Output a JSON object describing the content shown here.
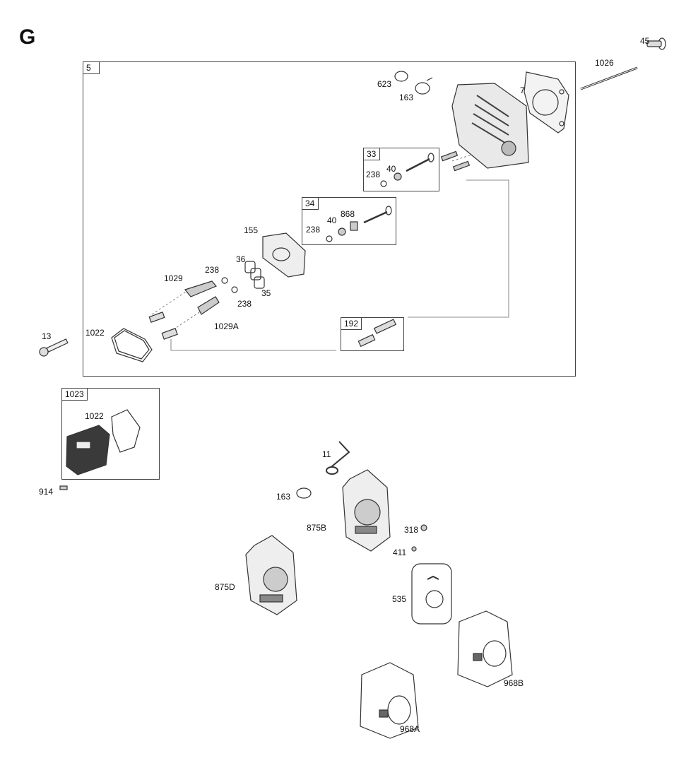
{
  "section_letter": "G",
  "groups": {
    "g5": "5",
    "g33": "33",
    "g34": "34",
    "g192": "192",
    "g1023": "1023"
  },
  "callouts": {
    "p45": "45",
    "p1026": "1026",
    "p623": "623",
    "p163a": "163",
    "p7": "7",
    "p238a": "238",
    "p40a": "40",
    "p868": "868",
    "p40b": "40",
    "p238b": "238",
    "p155": "155",
    "p36": "36",
    "p238c": "238",
    "p35": "35",
    "p238d": "238",
    "p1029": "1029",
    "p1029A": "1029A",
    "p13": "13",
    "p1022a": "1022",
    "p1022b": "1022",
    "p914": "914",
    "p11": "11",
    "p163b": "163",
    "p875B": "875B",
    "p318": "318",
    "p411": "411",
    "p875D": "875D",
    "p535": "535",
    "p968B": "968B",
    "p968A": "968A"
  }
}
